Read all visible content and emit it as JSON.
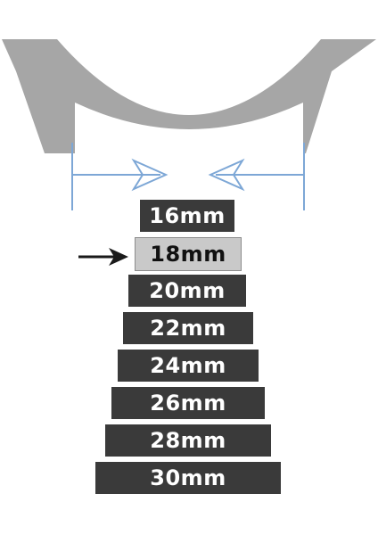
{
  "colors": {
    "watch_case": "#a6a6a6",
    "measure_line": "#7da7d6",
    "bar_dark": "#3a3a3a",
    "bar_selected": "#c9c9c9",
    "pointer_arrow": "#1a1a1a"
  },
  "icons": {
    "pointer": "arrow-right-icon",
    "measure_left": "chevron-right-outline-icon",
    "measure_right": "chevron-left-outline-icon"
  },
  "selected_size": "18mm",
  "sizes": [
    {
      "label": "16mm"
    },
    {
      "label": "18mm"
    },
    {
      "label": "20mm"
    },
    {
      "label": "22mm"
    },
    {
      "label": "24mm"
    },
    {
      "label": "26mm"
    },
    {
      "label": "28mm"
    },
    {
      "label": "30mm"
    }
  ]
}
